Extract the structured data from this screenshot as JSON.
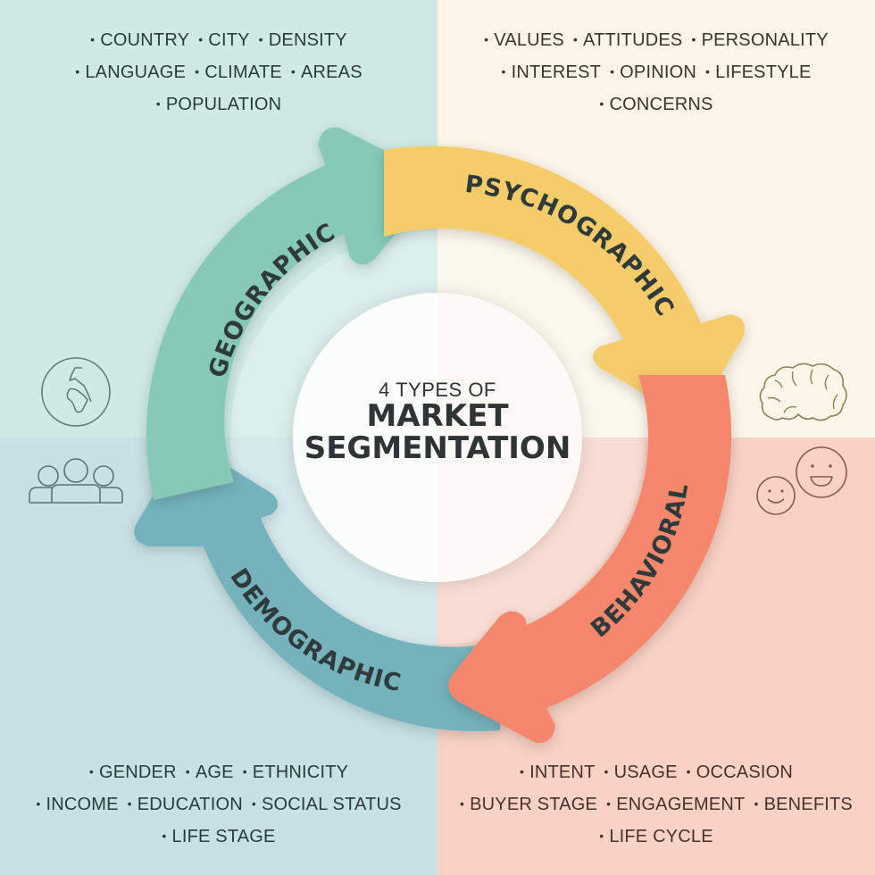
{
  "title": {
    "subtitle": "4 TYPES OF",
    "line1": "MARKET",
    "line2": "SEGMENTATION"
  },
  "colors": {
    "bg_geographic": "#cfeae4",
    "bg_psychographic": "#fdf5e7",
    "bg_demographic": "#c7e1e4",
    "bg_behavioral": "#f9d1c5",
    "arrow_geographic": "#86c9b6",
    "arrow_psychographic": "#f5cc6a",
    "arrow_behavioral": "#f5876c",
    "arrow_demographic": "#75b3bc",
    "text_dark": "#2f3a3a"
  },
  "segments": {
    "geographic": {
      "label": "GEOGRAPHIC",
      "icon": "globe-icon",
      "items": [
        [
          "COUNTRY",
          "CITY",
          "DENSITY"
        ],
        [
          "LANGUAGE",
          "CLIMATE",
          "AREAS"
        ],
        [
          "POPULATION"
        ]
      ]
    },
    "psychographic": {
      "label": "PSYCHOGRAPHIC",
      "icon": "brain-icon",
      "items": [
        [
          "VALUES",
          "ATTITUDES",
          "PERSONALITY"
        ],
        [
          "INTEREST",
          "OPINION",
          "LIFESTYLE"
        ],
        [
          "CONCERNS"
        ]
      ]
    },
    "demographic": {
      "label": "DEMOGRAPHIC",
      "icon": "people-group-icon",
      "items": [
        [
          "GENDER",
          "AGE",
          "ETHNICITY"
        ],
        [
          "INCOME",
          "EDUCATION",
          "SOCIAL STATUS"
        ],
        [
          "LIFE STAGE"
        ]
      ]
    },
    "behavioral": {
      "label": "BEHAVIORAL",
      "icon": "smiley-faces-icon",
      "items": [
        [
          "INTENT",
          "USAGE",
          "OCCASION"
        ],
        [
          "BUYER STAGE",
          "ENGAGEMENT",
          "BENEFITS"
        ],
        [
          "LIFE CYCLE"
        ]
      ]
    }
  }
}
